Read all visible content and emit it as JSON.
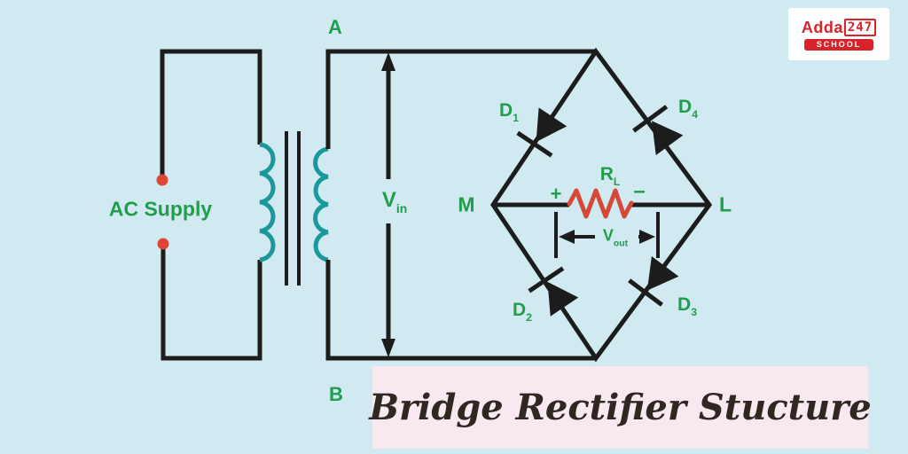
{
  "title_banner": {
    "text": "Bridge Rectifier Stucture"
  },
  "logo": {
    "brand": "Adda",
    "number": "247",
    "tagline": "SCHOOL"
  },
  "labels": {
    "ac_supply": "AC Supply",
    "node_a": "A",
    "node_b": "B",
    "node_m": "M",
    "node_l": "L",
    "v_in": {
      "base": "V",
      "sub": "in"
    },
    "v_out": {
      "base": "V",
      "sub": "out"
    },
    "r_load": {
      "base": "R",
      "sub": "L"
    },
    "polarity_plus": "+",
    "polarity_minus": "–",
    "d1": {
      "base": "D",
      "sub": "1"
    },
    "d2": {
      "base": "D",
      "sub": "2"
    },
    "d3": {
      "base": "D",
      "sub": "3"
    },
    "d4": {
      "base": "D",
      "sub": "4"
    }
  },
  "colors": {
    "bg": "#d1e9f0",
    "wire": "#1c1c1c",
    "green": "#209e4e",
    "teal": "#1a989c",
    "red": "#d64837",
    "red-dot": "#e04637",
    "logo-red": "#d9232a",
    "banner-bg": "#f8e9f1",
    "banner-text": "#2f2822"
  }
}
